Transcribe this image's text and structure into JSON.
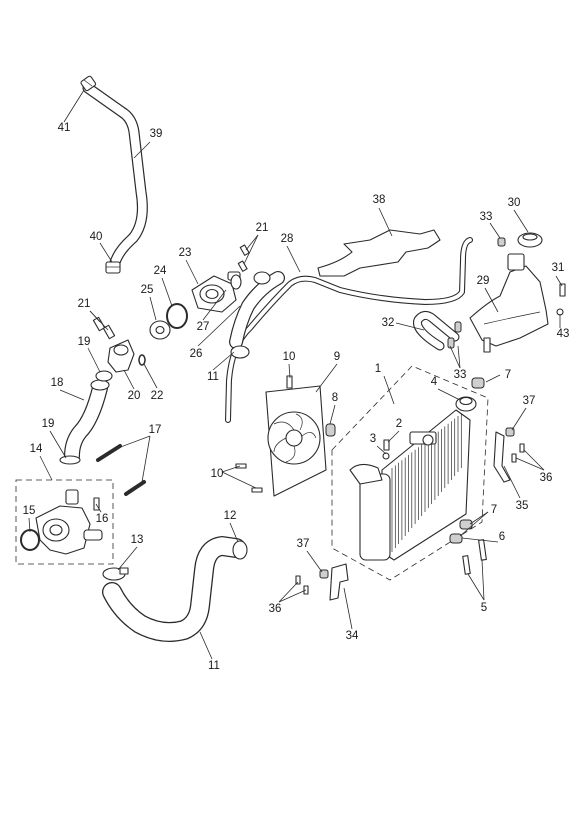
{
  "callouts": [
    {
      "id": "c1",
      "label": "1"
    },
    {
      "id": "c2",
      "label": "2"
    },
    {
      "id": "c3",
      "label": "3"
    },
    {
      "id": "c4",
      "label": "4"
    },
    {
      "id": "c5",
      "label": "5"
    },
    {
      "id": "c6",
      "label": "6"
    },
    {
      "id": "c7a",
      "label": "7"
    },
    {
      "id": "c7b",
      "label": "7"
    },
    {
      "id": "c8",
      "label": "8"
    },
    {
      "id": "c9",
      "label": "9"
    },
    {
      "id": "c10a",
      "label": "10"
    },
    {
      "id": "c10b",
      "label": "10"
    },
    {
      "id": "c11a",
      "label": "11"
    },
    {
      "id": "c11b",
      "label": "11"
    },
    {
      "id": "c12",
      "label": "12"
    },
    {
      "id": "c13",
      "label": "13"
    },
    {
      "id": "c14",
      "label": "14"
    },
    {
      "id": "c15",
      "label": "15"
    },
    {
      "id": "c16",
      "label": "16"
    },
    {
      "id": "c17",
      "label": "17"
    },
    {
      "id": "c18",
      "label": "18"
    },
    {
      "id": "c19a",
      "label": "19"
    },
    {
      "id": "c19b",
      "label": "19"
    },
    {
      "id": "c20",
      "label": "20"
    },
    {
      "id": "c21a",
      "label": "21"
    },
    {
      "id": "c21b",
      "label": "21"
    },
    {
      "id": "c22",
      "label": "22"
    },
    {
      "id": "c23",
      "label": "23"
    },
    {
      "id": "c24",
      "label": "24"
    },
    {
      "id": "c25",
      "label": "25"
    },
    {
      "id": "c26",
      "label": "26"
    },
    {
      "id": "c27",
      "label": "27"
    },
    {
      "id": "c28",
      "label": "28"
    },
    {
      "id": "c29",
      "label": "29"
    },
    {
      "id": "c30",
      "label": "30"
    },
    {
      "id": "c31",
      "label": "31"
    },
    {
      "id": "c32",
      "label": "32"
    },
    {
      "id": "c33a",
      "label": "33"
    },
    {
      "id": "c33b",
      "label": "33"
    },
    {
      "id": "c34",
      "label": "34"
    },
    {
      "id": "c35",
      "label": "35"
    },
    {
      "id": "c36a",
      "label": "36"
    },
    {
      "id": "c36b",
      "label": "36"
    },
    {
      "id": "c37a",
      "label": "37"
    },
    {
      "id": "c37b",
      "label": "37"
    },
    {
      "id": "c38",
      "label": "38"
    },
    {
      "id": "c39",
      "label": "39"
    },
    {
      "id": "c40",
      "label": "40"
    },
    {
      "id": "c41",
      "label": "41"
    },
    {
      "id": "c43",
      "label": "43"
    }
  ]
}
